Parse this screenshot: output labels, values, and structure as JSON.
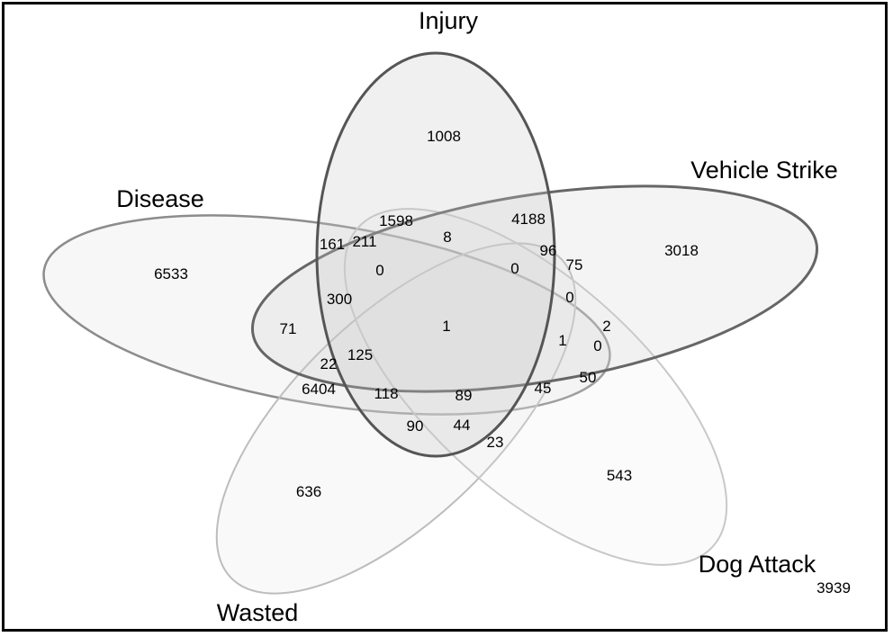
{
  "sets": {
    "injury": {
      "label": "Injury",
      "stroke": "#555555",
      "fill": "#c8c8c8",
      "fill_opacity": 0.28
    },
    "vehicle": {
      "label": "Vehicle Strike",
      "stroke": "#666666",
      "fill": "#cfcfcf",
      "fill_opacity": 0.22
    },
    "disease": {
      "label": "Disease",
      "stroke": "#8c8c8c",
      "fill": "#dedede",
      "fill_opacity": 0.25
    },
    "dog": {
      "label": "Dog Attack",
      "stroke": "#c8c8c8",
      "fill": "#ececec",
      "fill_opacity": 0.2
    },
    "wasted": {
      "label": "Wasted",
      "stroke": "#bdbdbd",
      "fill": "#e6e6e6",
      "fill_opacity": 0.25
    }
  },
  "regions": {
    "injury_only": "1008",
    "vehicle_only": "3018",
    "disease_only": "6533",
    "dog_only": "543",
    "wasted_only": "636",
    "outside_all": "3939",
    "r_1598": "1598",
    "r_4188": "4188",
    "r_8": "8",
    "r_161": "161",
    "r_211": "211",
    "r_96": "96",
    "r_75": "75",
    "r_0_a": "0",
    "r_0_b": "0",
    "r_0_c": "0",
    "r_300": "300",
    "r_71": "71",
    "r_1_center": "1",
    "r_1_right": "1",
    "r_2": "2",
    "r_0_d": "0",
    "r_125": "125",
    "r_22": "22",
    "r_6404": "6404",
    "r_118": "118",
    "r_89": "89",
    "r_45": "45",
    "r_50": "50",
    "r_90": "90",
    "r_44": "44",
    "r_23": "23"
  }
}
